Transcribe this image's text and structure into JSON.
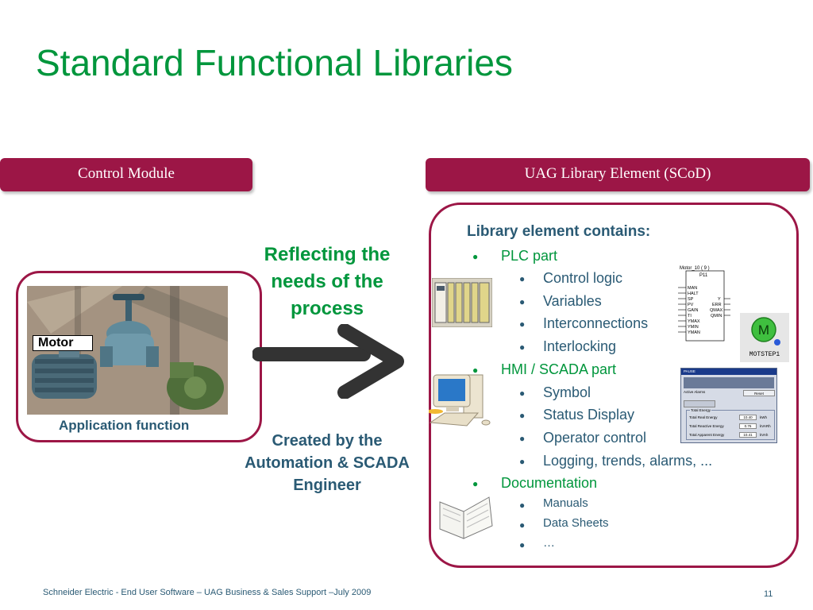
{
  "slide": {
    "title": "Standard Functional Libraries",
    "left_header": "Control Module",
    "right_header": "UAG Library Element (SCoD)",
    "motor_label": "Motor",
    "application_function": "Application function",
    "reflecting": [
      "Reflecting the",
      "needs of the",
      "process"
    ],
    "created_by": [
      "Created by the",
      "Automation & SCADA",
      "Engineer"
    ]
  },
  "library": {
    "heading": "Library element contains:",
    "plc_part": "PLC part",
    "plc_items": [
      "Control logic",
      "Variables",
      "Interconnections",
      "Interlocking"
    ],
    "hmi_part": "HMI / SCADA part",
    "hmi_items": [
      "Symbol",
      "Status Display",
      "Operator control",
      "Logging, trends, alarms, ..."
    ],
    "documentation": "Documentation",
    "doc_items": [
      "Manuals",
      "Data Sheets",
      "…"
    ]
  },
  "plc_block": {
    "name": "Motor_10 ( 9 )",
    "id": "P11",
    "inputs": [
      "MAN",
      "HALT",
      "SP",
      "PV",
      "GAIN",
      "TI",
      "YMAX",
      "YMIN",
      "YMAN"
    ],
    "outputs": [
      "Y",
      "ERR",
      "QMAX",
      "QMIN"
    ]
  },
  "symbol": {
    "letter": "M",
    "caption": "MOTSTEP1"
  },
  "hmi_panel": {
    "title": "PAUSE",
    "alarm_label": "Active Alarms",
    "reset_label": "Reset",
    "section_label": "Total Energy",
    "rows": [
      {
        "label": "Total Real Energy",
        "value": "10.40",
        "unit": "kWh"
      },
      {
        "label": "Total Reactive Energy",
        "value": "0.76",
        "unit": "kVARh"
      },
      {
        "label": "Total Apparent Energy",
        "value": "10.41",
        "unit": "kVAh"
      }
    ]
  },
  "bullet_symbol": "●",
  "footer": "Schneider Electric - End User Software – UAG Business & Sales Support –July 2009",
  "page_number": "11",
  "colors": {
    "brand_green": "#00963c",
    "header_red": "#9c1646",
    "text_blue": "#2a5a74"
  }
}
